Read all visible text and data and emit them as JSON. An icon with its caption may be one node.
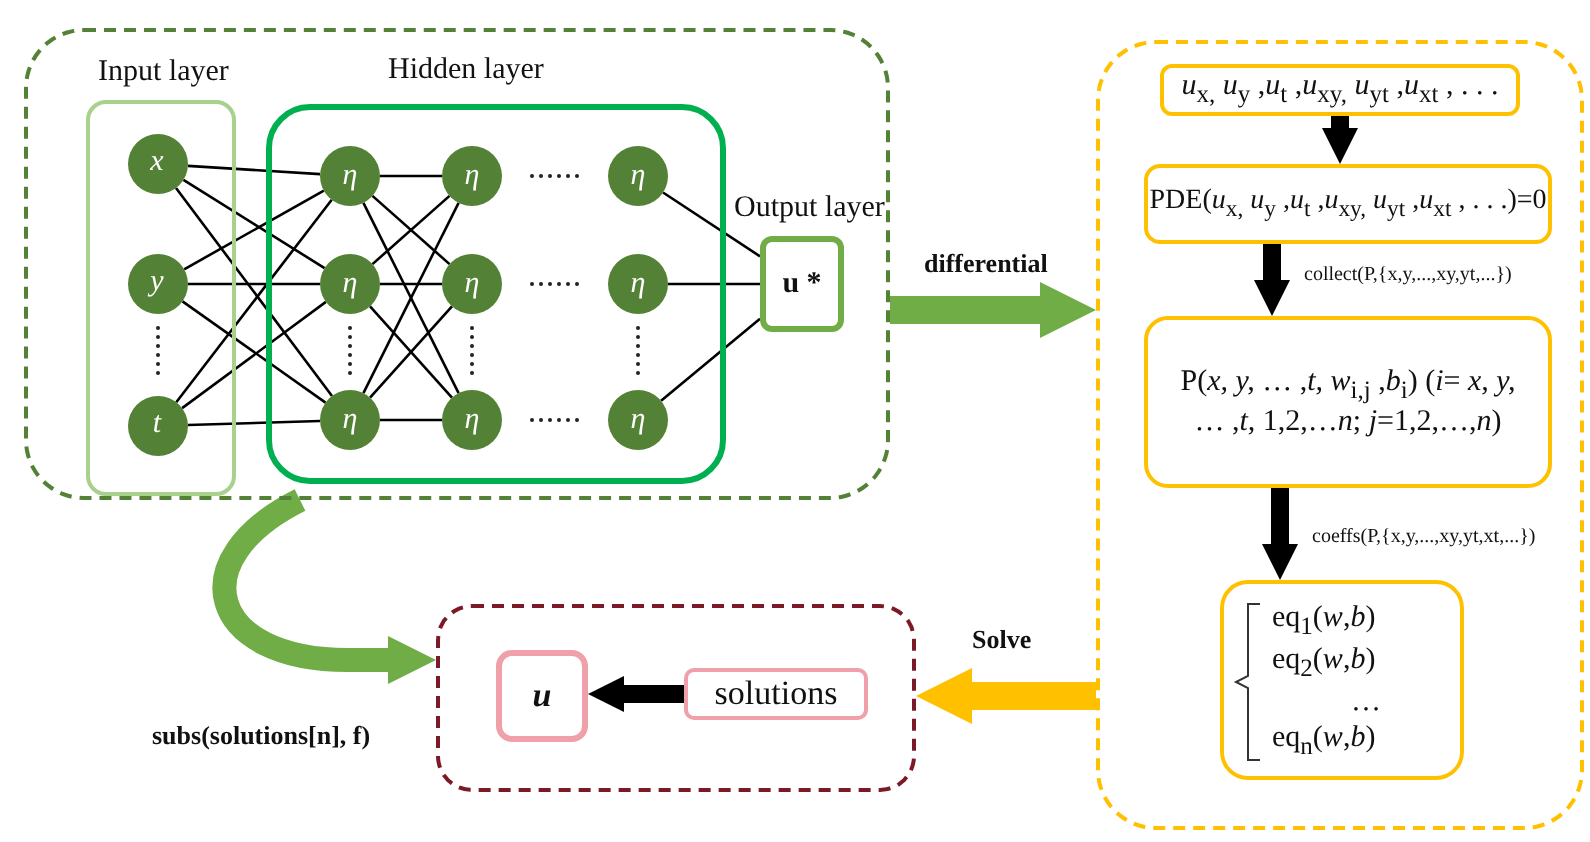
{
  "diagram": {
    "nodes": [
      {
        "text": [],
        "shape": "box"
      },
      {
        "text": [
          "Input layer"
        ],
        "in": 0
      },
      {
        "text": [
          "x"
        ],
        "in": 1
      },
      {
        "text": [
          "y"
        ],
        "in": 1
      },
      {
        "text": [
          "t"
        ],
        "in": 1
      },
      {
        "text": [
          "Hidden layer"
        ],
        "in": 0
      },
      {
        "text": [
          "η"
        ],
        "in": 5
      },
      {
        "text": [
          "η"
        ],
        "in": 5
      },
      {
        "text": [
          "η"
        ],
        "in": 5
      },
      {
        "text": [
          "η"
        ],
        "in": 5
      },
      {
        "text": [
          "η"
        ],
        "in": 5
      },
      {
        "text": [
          "η"
        ],
        "in": 5
      },
      {
        "text": [
          "η"
        ],
        "in": 5
      },
      {
        "text": [
          "η"
        ],
        "in": 5
      },
      {
        "text": [
          "η"
        ],
        "in": 5
      },
      {
        "text": [
          "Output layer",
          "u *"
        ],
        "in": 0
      },
      {
        "text": [],
        "shape": "box"
      },
      {
        "text": [
          "*u*$_{x,}$ *u*$_{y}$ ,*u*$_{t}$ ,*u*$_{xy,}$ *u*$_{yt}$ ,*u*$_{xt}$ , . . ."
        ],
        "in": 16
      },
      {
        "text": [
          "PDE(*u*$_{x,}$ *u*$_{y}$ ,*u*$_{t}$ ,*u*$_{xy,}$ *u*$_{yt}$ ,*u*$_{xt}$ , . . .)=0"
        ],
        "in": 16
      },
      {
        "text": [
          "P(*x, y,* … ,*t, w*$_{i,j}$ ,*b*$_{i}$) (*i*= *x, y,* … ,*t,* 1,2,…*n*; *j*=1,2,…,*n*)"
        ],
        "in": 16
      },
      {
        "text": [
          "eq$_{1}$(*w*,*b*)",
          "eq$_{2}$(*w*,*b*)",
          "…",
          "eq$_{n}$(*w*,*b*)"
        ],
        "in": 16
      },
      {
        "text": [],
        "shape": "box"
      },
      {
        "text": [
          "u"
        ],
        "in": 21
      },
      {
        "text": [
          "solutions"
        ],
        "in": 21
      }
    ],
    "edges": [
      {
        "from": 2,
        "to": 6,
        "arrow": "none"
      },
      {
        "from": 2,
        "to": 7,
        "arrow": "none"
      },
      {
        "from": 2,
        "to": 8,
        "arrow": "none"
      },
      {
        "from": 3,
        "to": 6,
        "arrow": "none"
      },
      {
        "from": 3,
        "to": 7,
        "arrow": "none"
      },
      {
        "from": 3,
        "to": 8,
        "arrow": "none"
      },
      {
        "from": 4,
        "to": 6,
        "arrow": "none"
      },
      {
        "from": 4,
        "to": 7,
        "arrow": "none"
      },
      {
        "from": 4,
        "to": 8,
        "arrow": "none"
      },
      {
        "from": 6,
        "to": 9,
        "arrow": "none"
      },
      {
        "from": 6,
        "to": 10,
        "arrow": "none"
      },
      {
        "from": 6,
        "to": 11,
        "arrow": "none"
      },
      {
        "from": 7,
        "to": 9,
        "arrow": "none"
      },
      {
        "from": 7,
        "to": 10,
        "arrow": "none"
      },
      {
        "from": 7,
        "to": 11,
        "arrow": "none"
      },
      {
        "from": 8,
        "to": 9,
        "arrow": "none"
      },
      {
        "from": 8,
        "to": 10,
        "arrow": "none"
      },
      {
        "from": 8,
        "to": 11,
        "arrow": "none"
      },
      {
        "from": 12,
        "to": 15,
        "arrow": "none"
      },
      {
        "from": 13,
        "to": 15,
        "arrow": "none"
      },
      {
        "from": 14,
        "to": 15,
        "arrow": "none"
      },
      {
        "from": 17,
        "to": 18,
        "arrow": "to",
        "style": "thick"
      },
      {
        "from": 18,
        "to": 19,
        "arrow": "to",
        "style": "thick",
        "label": "collect(P,{x,y,...,xy,yt,...})"
      },
      {
        "from": 19,
        "to": 20,
        "arrow": "to",
        "style": "thick",
        "label": "coeffs(P,{x,y,...,xy,yt,xt,...})"
      },
      {
        "from": 0,
        "to": 16,
        "arrow": "to",
        "style": "thick",
        "color": "#70ad47",
        "label": "differential"
      },
      {
        "from": 16,
        "to": 21,
        "arrow": "to",
        "style": "thick",
        "color": "#ffc000",
        "label": "Solve"
      },
      {
        "from": 23,
        "to": 22,
        "arrow": "to",
        "style": "thick"
      },
      {
        "from": 0,
        "to": 21,
        "arrow": "to",
        "style": "thick",
        "color": "#70ad47",
        "label": "subs(solutions[n], f)"
      }
    ]
  }
}
